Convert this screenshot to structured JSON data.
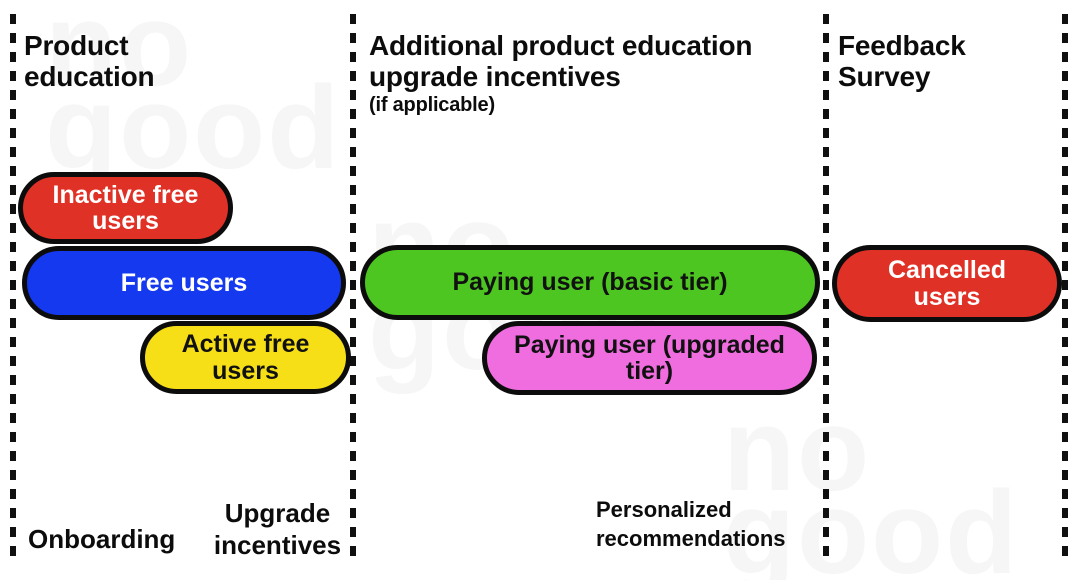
{
  "headers": {
    "col1_title": "Product education",
    "col2_title_line1": "Additional product education",
    "col2_title_line2": "upgrade incentives",
    "col2_note": "(if applicable)",
    "col3_title": "Feedback Survey"
  },
  "pills": {
    "inactive_free": {
      "label": "Inactive free users",
      "color": "#e03126",
      "text_color": "#ffffff"
    },
    "free": {
      "label": "Free users",
      "color": "#1539ef",
      "text_color": "#ffffff"
    },
    "active_free": {
      "label": "Active free users",
      "color": "#f6df17",
      "text_color": "#111111"
    },
    "paying_basic": {
      "label": "Paying user (basic tier)",
      "color": "#4ec622",
      "text_color": "#111111"
    },
    "paying_upgraded": {
      "label": "Paying user (upgraded tier)",
      "color": "#ef6dde",
      "text_color": "#111111"
    },
    "cancelled": {
      "label": "Cancelled users",
      "color": "#e03126",
      "text_color": "#ffffff"
    }
  },
  "stage_labels": {
    "onboarding": "Onboarding",
    "upgrade_incentives": "Upgrade incentives",
    "personalized_recommendations": "Personalized recommendations"
  },
  "watermark": {
    "line1": "no",
    "line2": "good",
    "color": "#f6f6f6"
  },
  "colors": {
    "line_black": "#101010",
    "pill_border": "#0c0c0c",
    "background": "#ffffff"
  }
}
